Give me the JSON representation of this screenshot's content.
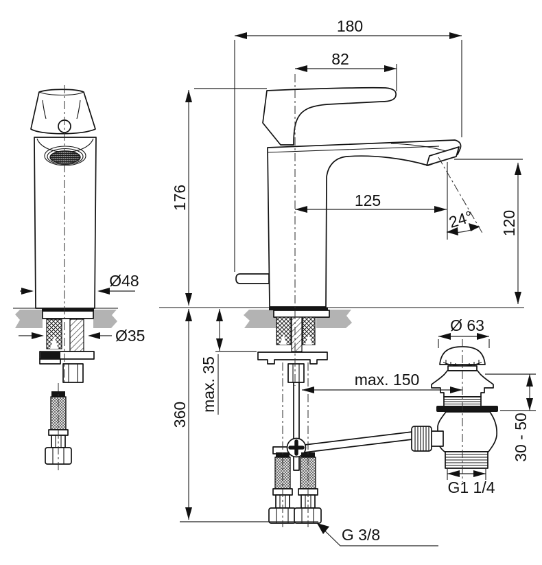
{
  "drawing": {
    "kind": "basin mixer installation drawing",
    "labels": {
      "total_depth": "180",
      "lever_reach": "82",
      "body_height": "176",
      "spout_reach": "125",
      "spout_angle": "24°",
      "spout_height": "120",
      "base_diameter": "Ø48",
      "mounting_hole_diameter": "Ø35",
      "deck_thickness_max": "max. 35",
      "hose_length": "360",
      "waste_plug_diameter": "Ø 63",
      "rod_to_waste_max": "max. 150",
      "basin_clamp_range": "30 - 50",
      "waste_thread": "G1 1/4",
      "supply_thread": "G 3/8"
    }
  }
}
